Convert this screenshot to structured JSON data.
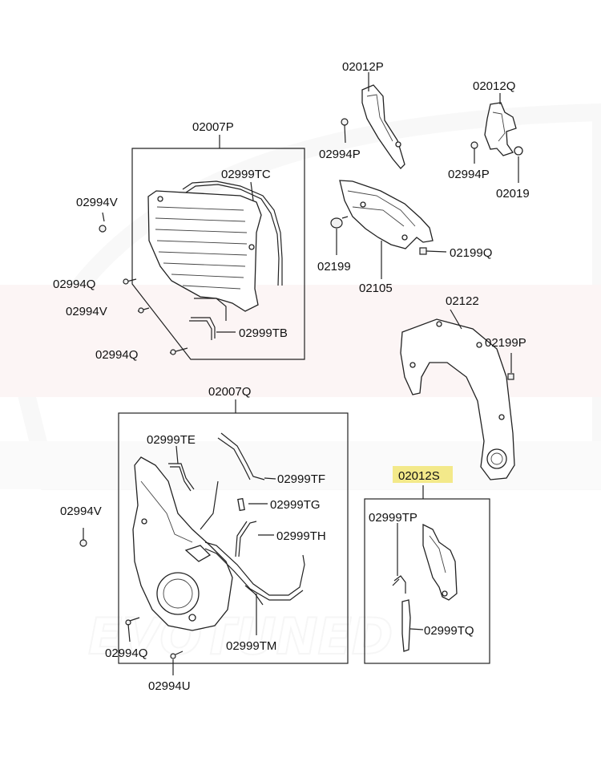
{
  "watermark": {
    "text": "EVOTUNED"
  },
  "callouts": {
    "c02012P": "02012P",
    "c02012Q": "02012Q",
    "c02007P": "02007P",
    "c02994P_a": "02994P",
    "c02994P_b": "02994P",
    "c02019": "02019",
    "c02999TC": "02999TC",
    "c02994V_a": "02994V",
    "c02199": "02199",
    "c02199Q": "02199Q",
    "c02105": "02105",
    "c02994Q_a": "02994Q",
    "c02994V_b": "02994V",
    "c02122": "02122",
    "c02999TB": "02999TB",
    "c02199P": "02199P",
    "c02994Q_b": "02994Q",
    "c02007Q": "02007Q",
    "c02999TE": "02999TE",
    "c02012S": "02012S",
    "c02999TF": "02999TF",
    "c02999TG": "02999TG",
    "c02999TP": "02999TP",
    "c02994V_c": "02994V",
    "c02999TH": "02999TH",
    "c02999TQ": "02999TQ",
    "c02999TM": "02999TM",
    "c02994Q_c": "02994Q",
    "c02994U": "02994U"
  },
  "highlight": {
    "part": "02012S",
    "color": "#f3e98a"
  }
}
